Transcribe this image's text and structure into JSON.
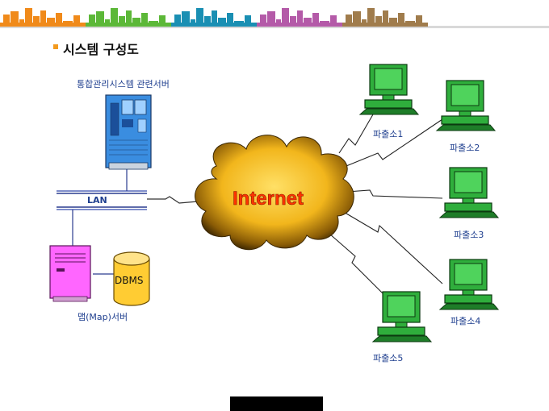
{
  "header": {
    "banner_colors": [
      "#f08a1a",
      "#5cb838",
      "#1a8fb3",
      "#b45aa8",
      "#a07c4c"
    ]
  },
  "title": "시스템 구성도",
  "nodes": {
    "server_label": "통합관리시스템 관련서버",
    "lan_label": "LAN",
    "map_server_label": "맵(Map)서버",
    "dbms_label": "DBMS",
    "internet_label": "Internet",
    "stations": [
      "파출소1",
      "파출소2",
      "파출소3",
      "파출소4",
      "파출소5"
    ]
  },
  "colors": {
    "server": "#3a8de0",
    "map_server": "#ff66ff",
    "dbms": "#ffcc33",
    "cloud": "#f2b61c",
    "terminal": "#2fae3c",
    "label": "#1f3f8f",
    "internet_text": "#ff3300"
  }
}
